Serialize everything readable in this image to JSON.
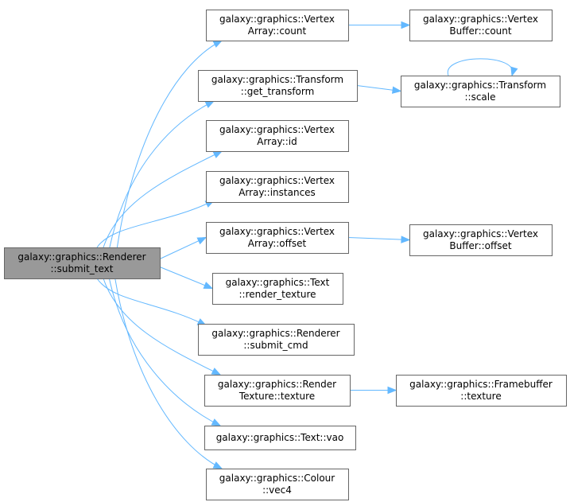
{
  "colors": {
    "edge": "#63b8ff",
    "root_fill": "#999999",
    "node_fill": "#ffffff",
    "node_border": "#666666"
  },
  "nodes": [
    {
      "id": "root",
      "lines": [
        "galaxy::graphics::Renderer",
        "::submit_text"
      ],
      "highlighted": true
    },
    {
      "id": "va_count",
      "lines": [
        "galaxy::graphics::Vertex",
        "Array::count"
      ]
    },
    {
      "id": "vb_count",
      "lines": [
        "galaxy::graphics::Vertex",
        "Buffer::count"
      ]
    },
    {
      "id": "tr_get",
      "lines": [
        "galaxy::graphics::Transform",
        "::get_transform"
      ]
    },
    {
      "id": "tr_scale",
      "lines": [
        "galaxy::graphics::Transform",
        "::scale"
      ]
    },
    {
      "id": "va_id",
      "lines": [
        "galaxy::graphics::Vertex",
        "Array::id"
      ]
    },
    {
      "id": "va_inst",
      "lines": [
        "galaxy::graphics::Vertex",
        "Array::instances"
      ]
    },
    {
      "id": "va_offset",
      "lines": [
        "galaxy::graphics::Vertex",
        "Array::offset"
      ]
    },
    {
      "id": "vb_offset",
      "lines": [
        "galaxy::graphics::Vertex",
        "Buffer::offset"
      ]
    },
    {
      "id": "text_rt",
      "lines": [
        "galaxy::graphics::Text",
        "::render_texture"
      ]
    },
    {
      "id": "rend_cmd",
      "lines": [
        "galaxy::graphics::Renderer",
        "::submit_cmd"
      ]
    },
    {
      "id": "rt_tex",
      "lines": [
        "galaxy::graphics::Render",
        "Texture::texture"
      ]
    },
    {
      "id": "fb_tex",
      "lines": [
        "galaxy::graphics::Framebuffer",
        "::texture"
      ]
    },
    {
      "id": "text_vao",
      "lines": [
        "galaxy::graphics::Text::vao"
      ]
    },
    {
      "id": "col_vec4",
      "lines": [
        "galaxy::graphics::Colour",
        "::vec4"
      ]
    }
  ],
  "edges": [
    {
      "from": "root",
      "to": "va_count"
    },
    {
      "from": "root",
      "to": "tr_get"
    },
    {
      "from": "root",
      "to": "va_id"
    },
    {
      "from": "root",
      "to": "va_inst"
    },
    {
      "from": "root",
      "to": "va_offset"
    },
    {
      "from": "root",
      "to": "text_rt"
    },
    {
      "from": "root",
      "to": "rend_cmd"
    },
    {
      "from": "root",
      "to": "rt_tex"
    },
    {
      "from": "root",
      "to": "text_vao"
    },
    {
      "from": "root",
      "to": "col_vec4"
    },
    {
      "from": "va_count",
      "to": "vb_count"
    },
    {
      "from": "tr_get",
      "to": "tr_scale"
    },
    {
      "from": "tr_scale",
      "to": "tr_scale"
    },
    {
      "from": "va_offset",
      "to": "vb_offset"
    },
    {
      "from": "rt_tex",
      "to": "fb_tex"
    }
  ]
}
